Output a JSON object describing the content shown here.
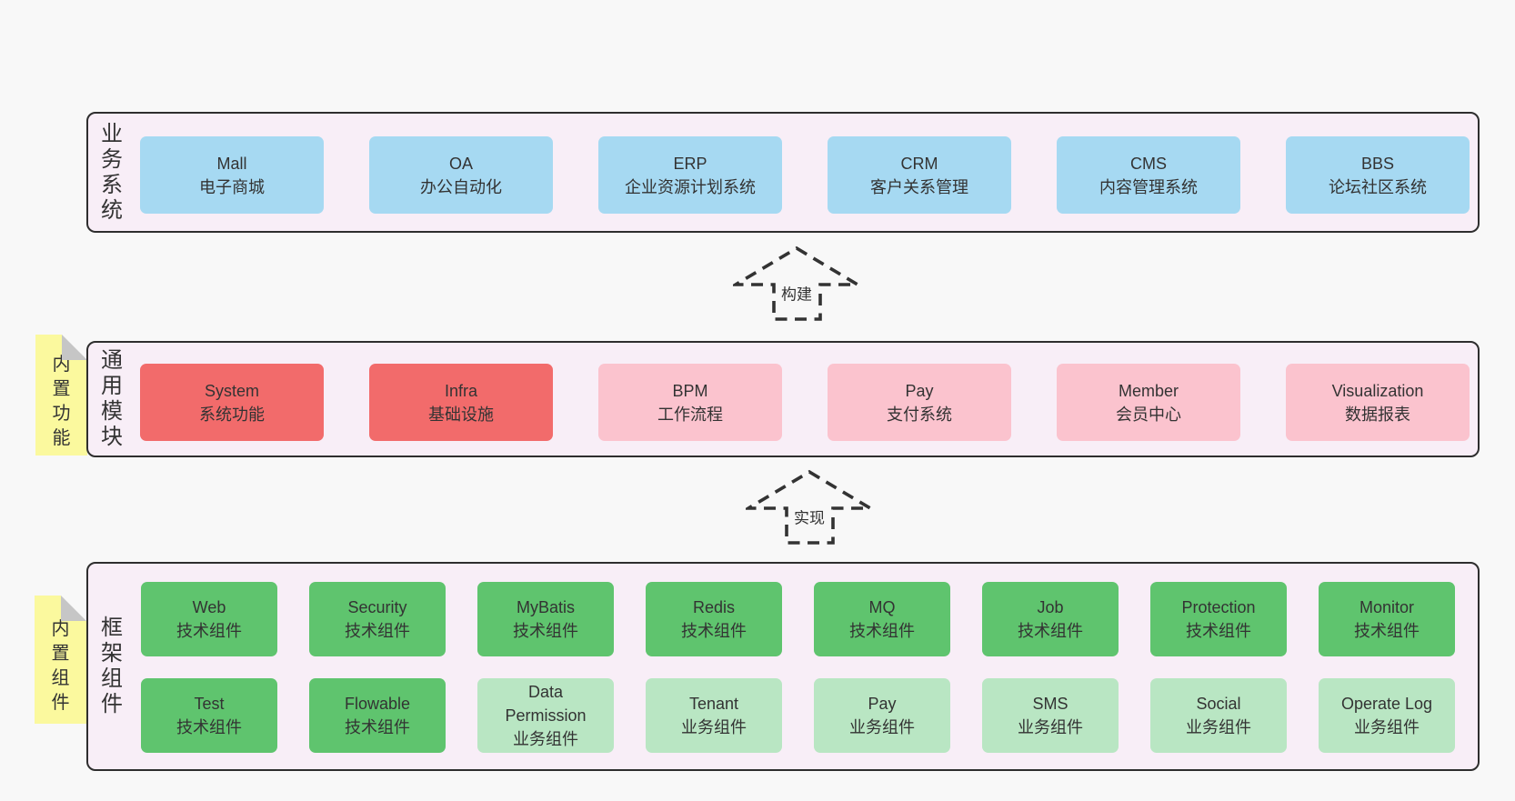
{
  "colors": {
    "page_bg": "#f8f8f8",
    "section_bg": "#f8eef7",
    "section_border": "#2e2e2e",
    "business_box": "#a6d9f2",
    "core_module_box": "#f26b6b",
    "optional_module_box": "#fbc3ce",
    "tech_component_box": "#5fc46e",
    "biz_component_box": "#b9e6c3",
    "note_bg": "#fbf99e",
    "note_fold": "#c6c6c6",
    "text": "#333333"
  },
  "arrows": {
    "build": "构建",
    "implement": "实现"
  },
  "business_section": {
    "label": "业务系统",
    "boxes": [
      {
        "name": "Mall",
        "desc": "电子商城"
      },
      {
        "name": "OA",
        "desc": "办公自动化"
      },
      {
        "name": "ERP",
        "desc": "企业资源计划系统"
      },
      {
        "name": "CRM",
        "desc": "客户关系管理"
      },
      {
        "name": "CMS",
        "desc": "内容管理系统"
      },
      {
        "name": "BBS",
        "desc": "论坛社区系统"
      }
    ]
  },
  "modules_section": {
    "label": "通用模块",
    "note": "内置功能",
    "boxes": [
      {
        "name": "System",
        "desc": "系统功能"
      },
      {
        "name": "Infra",
        "desc": "基础设施"
      },
      {
        "name": "BPM",
        "desc": "工作流程"
      },
      {
        "name": "Pay",
        "desc": "支付系统"
      },
      {
        "name": "Member",
        "desc": "会员中心"
      },
      {
        "name": "Visualization",
        "desc": "数据报表"
      }
    ]
  },
  "framework_section": {
    "label": "框架组件",
    "note": "内置组件",
    "row1": [
      {
        "name": "Web",
        "desc": "技术组件"
      },
      {
        "name": "Security",
        "desc": "技术组件"
      },
      {
        "name": "MyBatis",
        "desc": "技术组件"
      },
      {
        "name": "Redis",
        "desc": "技术组件"
      },
      {
        "name": "MQ",
        "desc": "技术组件"
      },
      {
        "name": "Job",
        "desc": "技术组件"
      },
      {
        "name": "Protection",
        "desc": "技术组件"
      },
      {
        "name": "Monitor",
        "desc": "技术组件"
      }
    ],
    "row2": [
      {
        "name": "Test",
        "desc": "技术组件"
      },
      {
        "name": "Flowable",
        "desc": "技术组件"
      },
      {
        "name": "Data Permission",
        "desc": "业务组件"
      },
      {
        "name": "Tenant",
        "desc": "业务组件"
      },
      {
        "name": "Pay",
        "desc": "业务组件"
      },
      {
        "name": "SMS",
        "desc": "业务组件"
      },
      {
        "name": "Social",
        "desc": "业务组件"
      },
      {
        "name": "Operate Log",
        "desc": "业务组件"
      }
    ]
  }
}
